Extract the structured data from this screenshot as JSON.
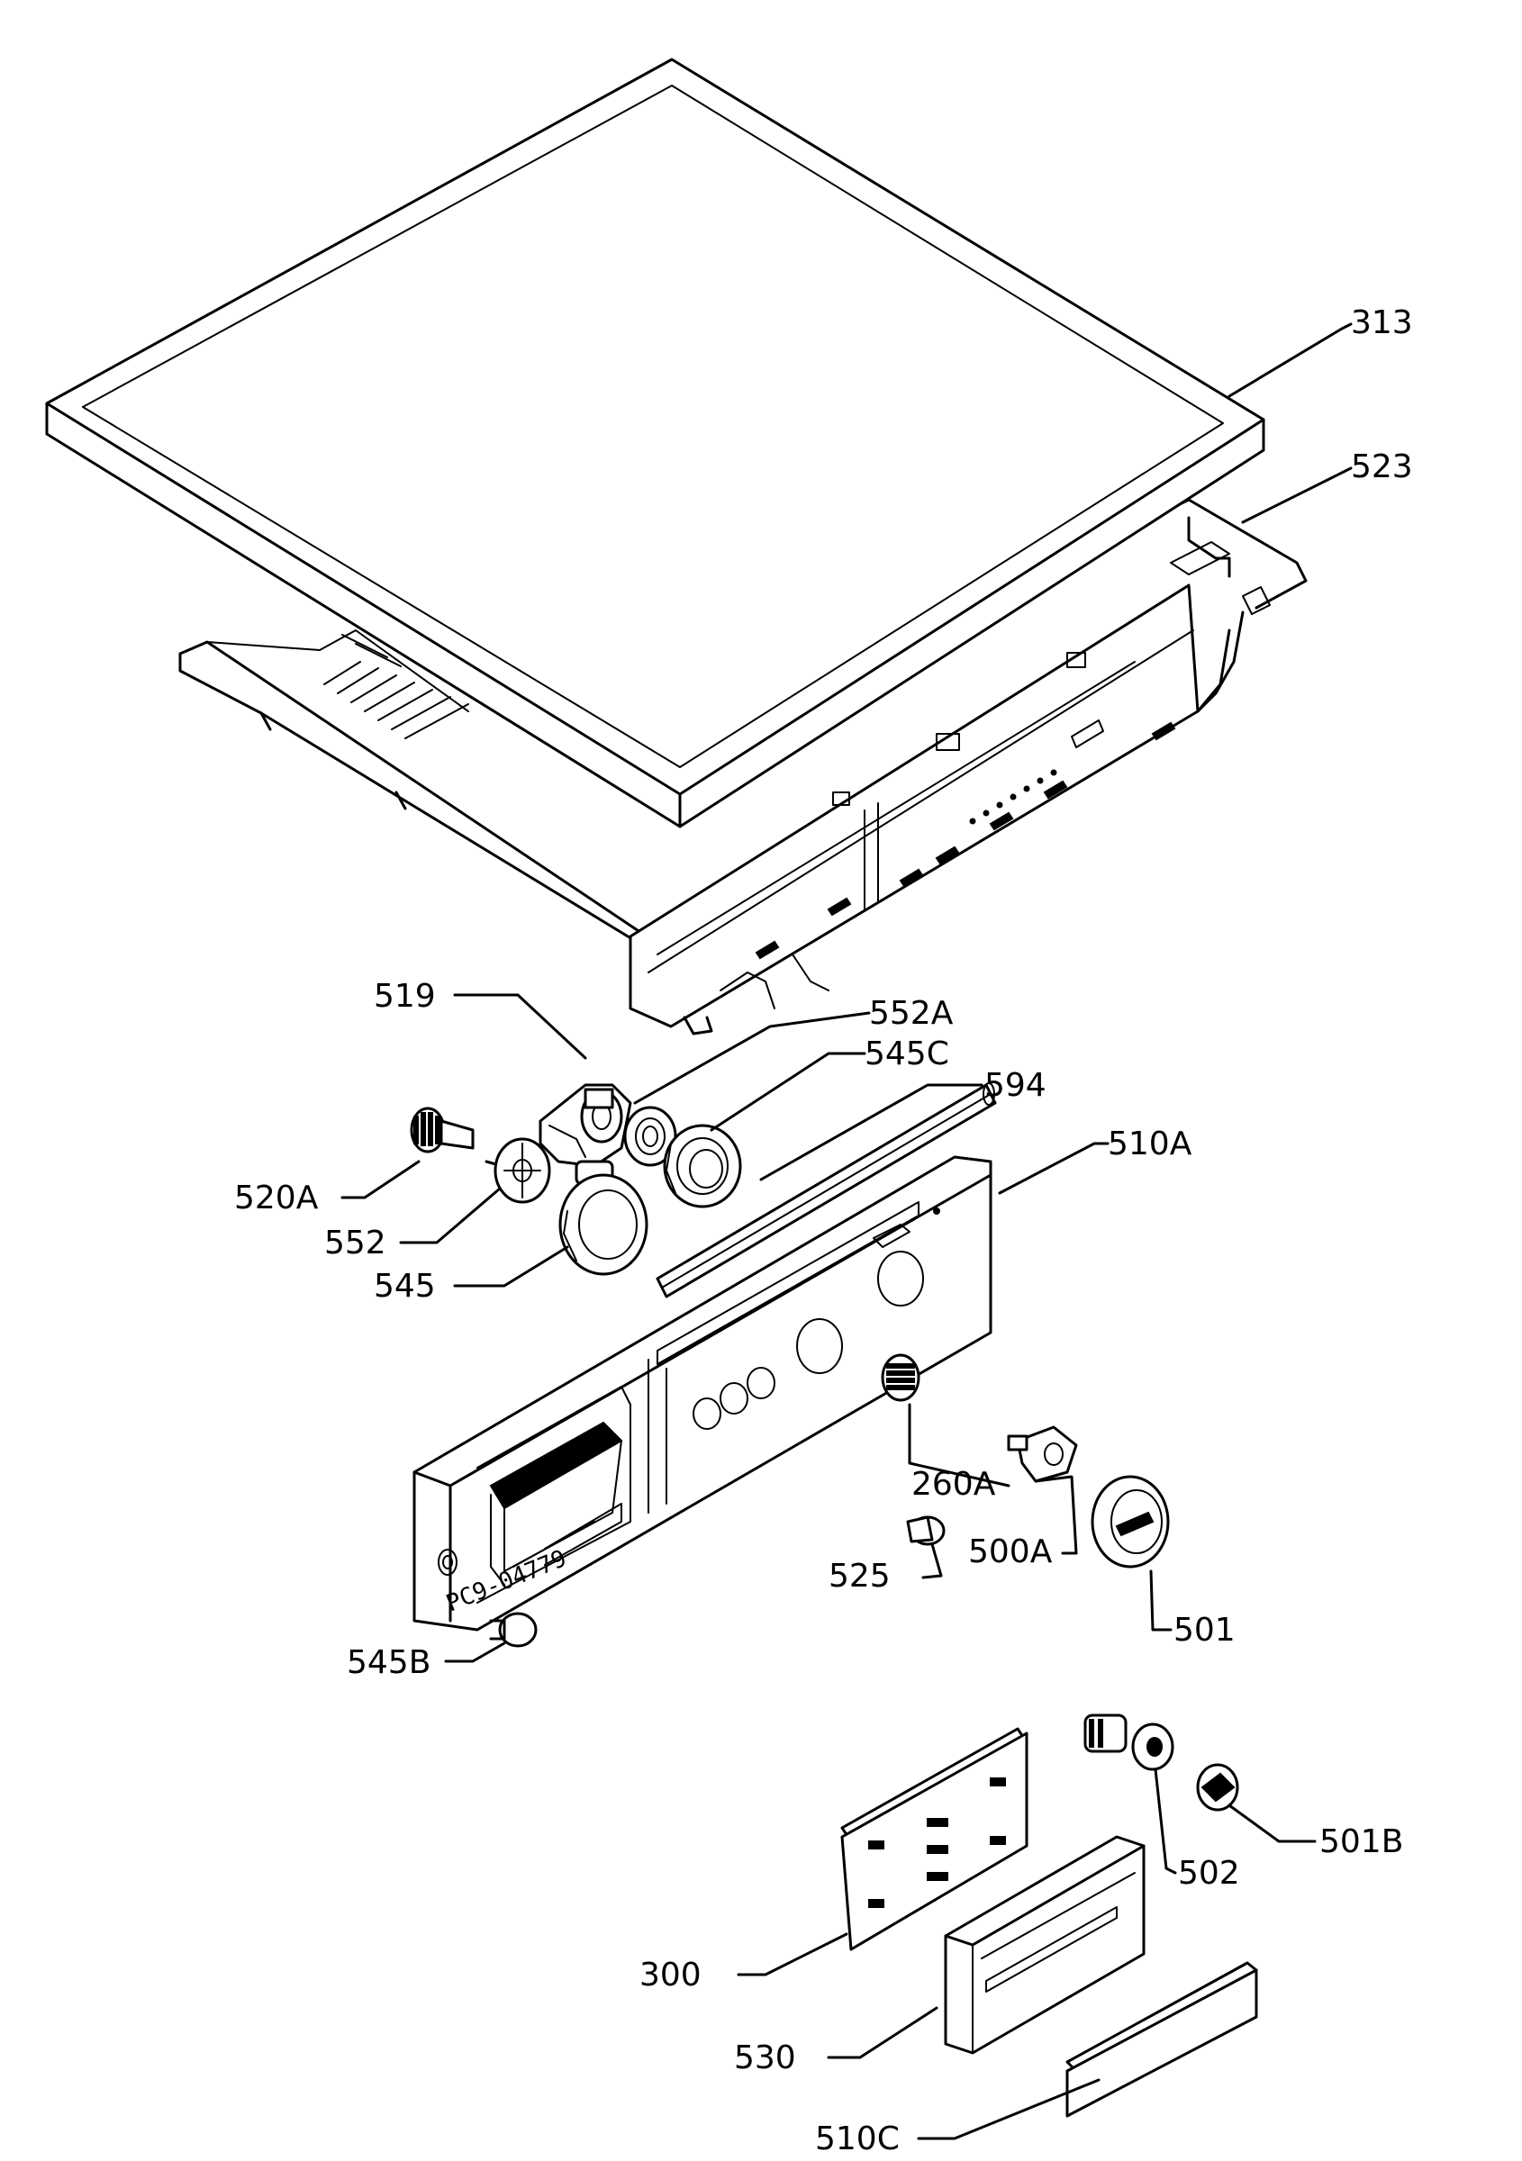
{
  "stamp": "PC9-04779",
  "labels": {
    "p313": "313",
    "p523": "523",
    "p519": "519",
    "p552A": "552A",
    "p545C": "545C",
    "p594": "594",
    "p510A": "510A",
    "p520A": "520A",
    "p552": "552",
    "p545": "545",
    "p260A": "260A",
    "p500A": "500A",
    "p525": "525",
    "p501": "501",
    "p545B": "545B",
    "p502": "502",
    "p501B": "501B",
    "p300": "300",
    "p530": "530",
    "p510C": "510C"
  }
}
